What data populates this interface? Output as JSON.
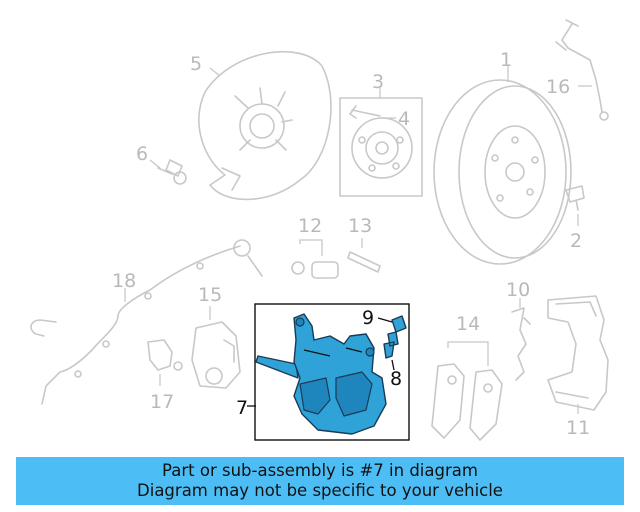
{
  "diagram": {
    "callouts": [
      "1",
      "2",
      "3",
      "4",
      "5",
      "6",
      "7",
      "8",
      "9",
      "10",
      "11",
      "12",
      "13",
      "14",
      "15",
      "16",
      "17",
      "18"
    ],
    "highlighted_part": "7"
  },
  "banner": {
    "line1": "Part or sub-assembly is #7 in diagram",
    "line2": "Diagram may not be specific to your vehicle",
    "color": "#4dbef5"
  }
}
